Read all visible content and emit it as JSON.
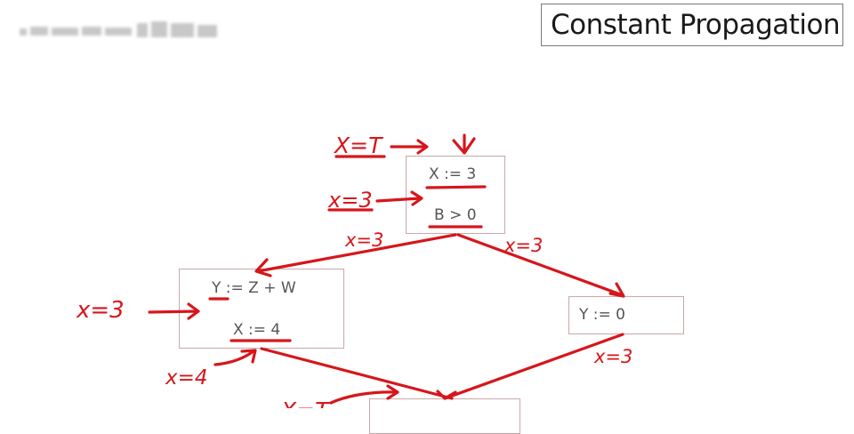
{
  "slide": {
    "title": "Constant Propagation"
  },
  "nodes": {
    "n1": {
      "line1": "X := 3",
      "line2": "B > 0"
    },
    "n2": {
      "line1": "Y := Z + W",
      "line2": "X := 4"
    },
    "n3": {
      "line1": "Y := 0"
    }
  },
  "annotations": {
    "entry": "X=T",
    "n1_mid": "x=3",
    "edge_left": "x=3",
    "edge_right": "x=3",
    "n2_in": "x=3",
    "n2_out": "x=4",
    "n3_out": "x=3",
    "bottom_partial": "X=T"
  },
  "colors": {
    "ink": "#d6161b",
    "node_border": "#c9a8aa",
    "statement_text": "#555555"
  }
}
